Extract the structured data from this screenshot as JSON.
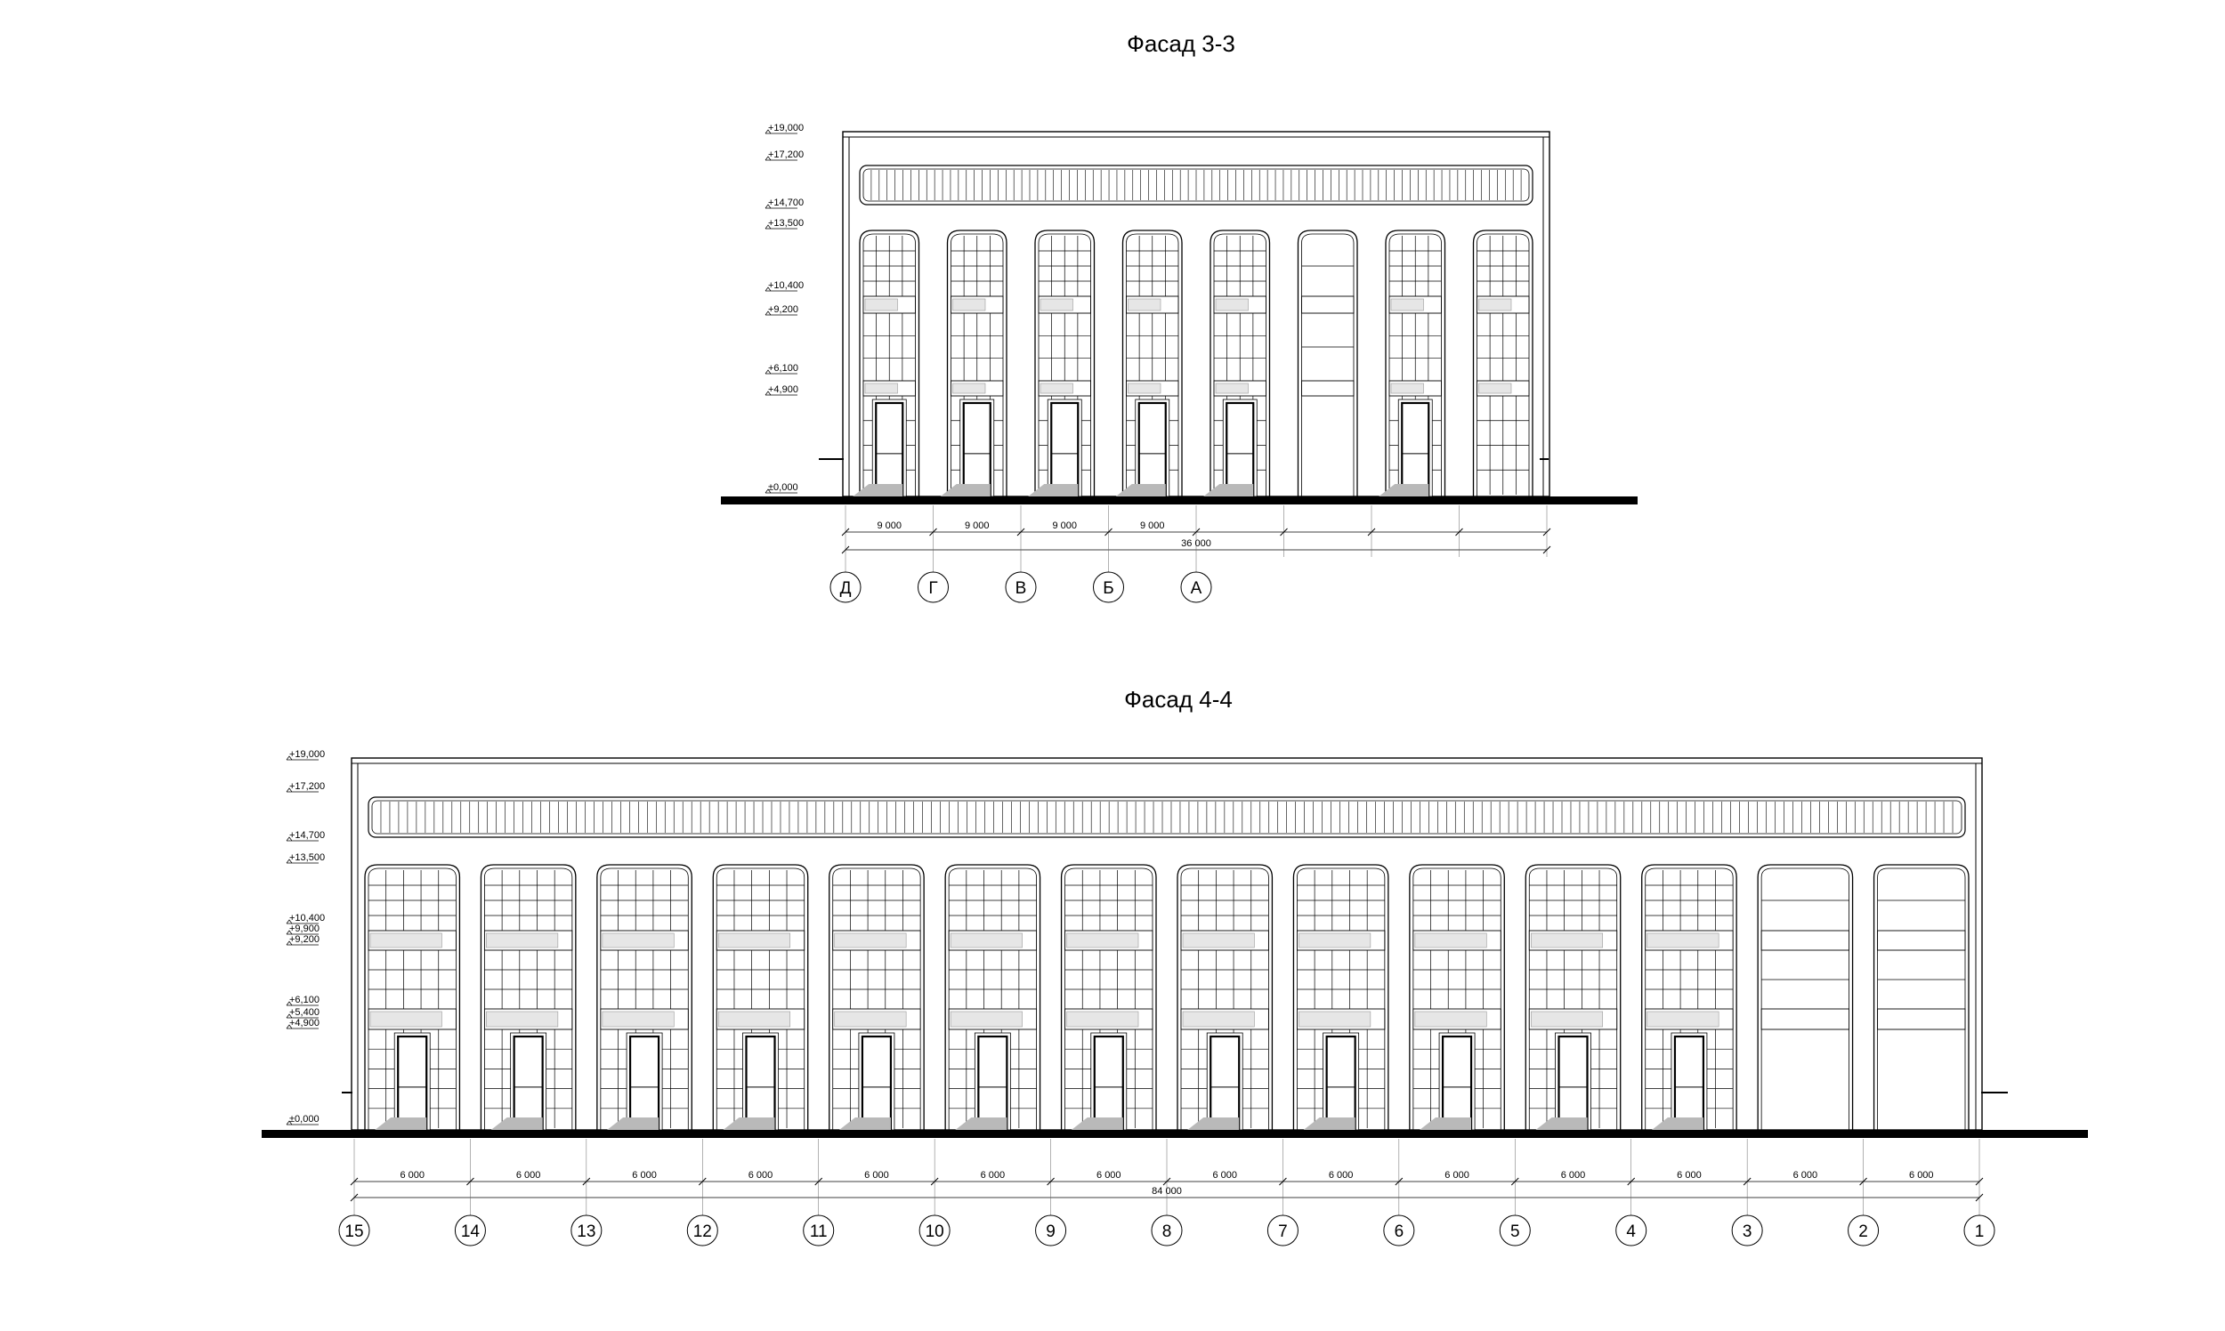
{
  "facade_3_3": {
    "title": "Фасад 3-3",
    "levels": [
      "+19,000",
      "+17,200",
      "+14,700",
      "+13,500",
      "+10,400",
      "+9,200",
      "+6,100",
      "+4,900",
      "±0,000"
    ],
    "bay_dims": [
      "9 000",
      "9 000",
      "9 000",
      "9 000"
    ],
    "total_dim": "36 000",
    "axes": [
      "Д",
      "Г",
      "В",
      "Б",
      "А"
    ]
  },
  "facade_4_4": {
    "title": "Фасад 4-4",
    "levels": [
      "+19,000",
      "+17,200",
      "+14,700",
      "+13,500",
      "+10,400",
      "+9,900",
      "+9,200",
      "+6,100",
      "+5,400",
      "+4,900",
      "±0,000"
    ],
    "bay_dims": [
      "6 000",
      "6 000",
      "6 000",
      "6 000",
      "6 000",
      "6 000",
      "6 000",
      "6 000",
      "6 000",
      "6 000",
      "6 000",
      "6 000",
      "6 000",
      "6 000"
    ],
    "total_dim": "84 000",
    "axes": [
      "15",
      "14",
      "13",
      "12",
      "11",
      "10",
      "9",
      "8",
      "7",
      "6",
      "5",
      "4",
      "3",
      "2",
      "1"
    ]
  }
}
